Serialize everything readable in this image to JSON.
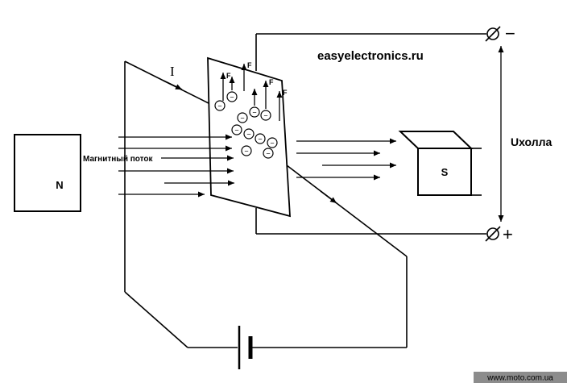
{
  "header": {
    "site": "easyelectronics.ru"
  },
  "magnets": {
    "north": "N",
    "south": "S"
  },
  "flux": {
    "label": "Магнитный поток"
  },
  "current": {
    "label": "I"
  },
  "force": {
    "label": "F"
  },
  "electron": {
    "charge": "−"
  },
  "hall": {
    "voltage_label": "Uхолла",
    "terminal_minus": "−",
    "terminal_plus": "+"
  },
  "footer": {
    "watermark": "www.moto.com.ua"
  },
  "colors": {
    "line": "#000000",
    "background": "#ffffff",
    "watermark_bg": "#8c8c8c",
    "watermark_text": "#f2f2f2"
  }
}
